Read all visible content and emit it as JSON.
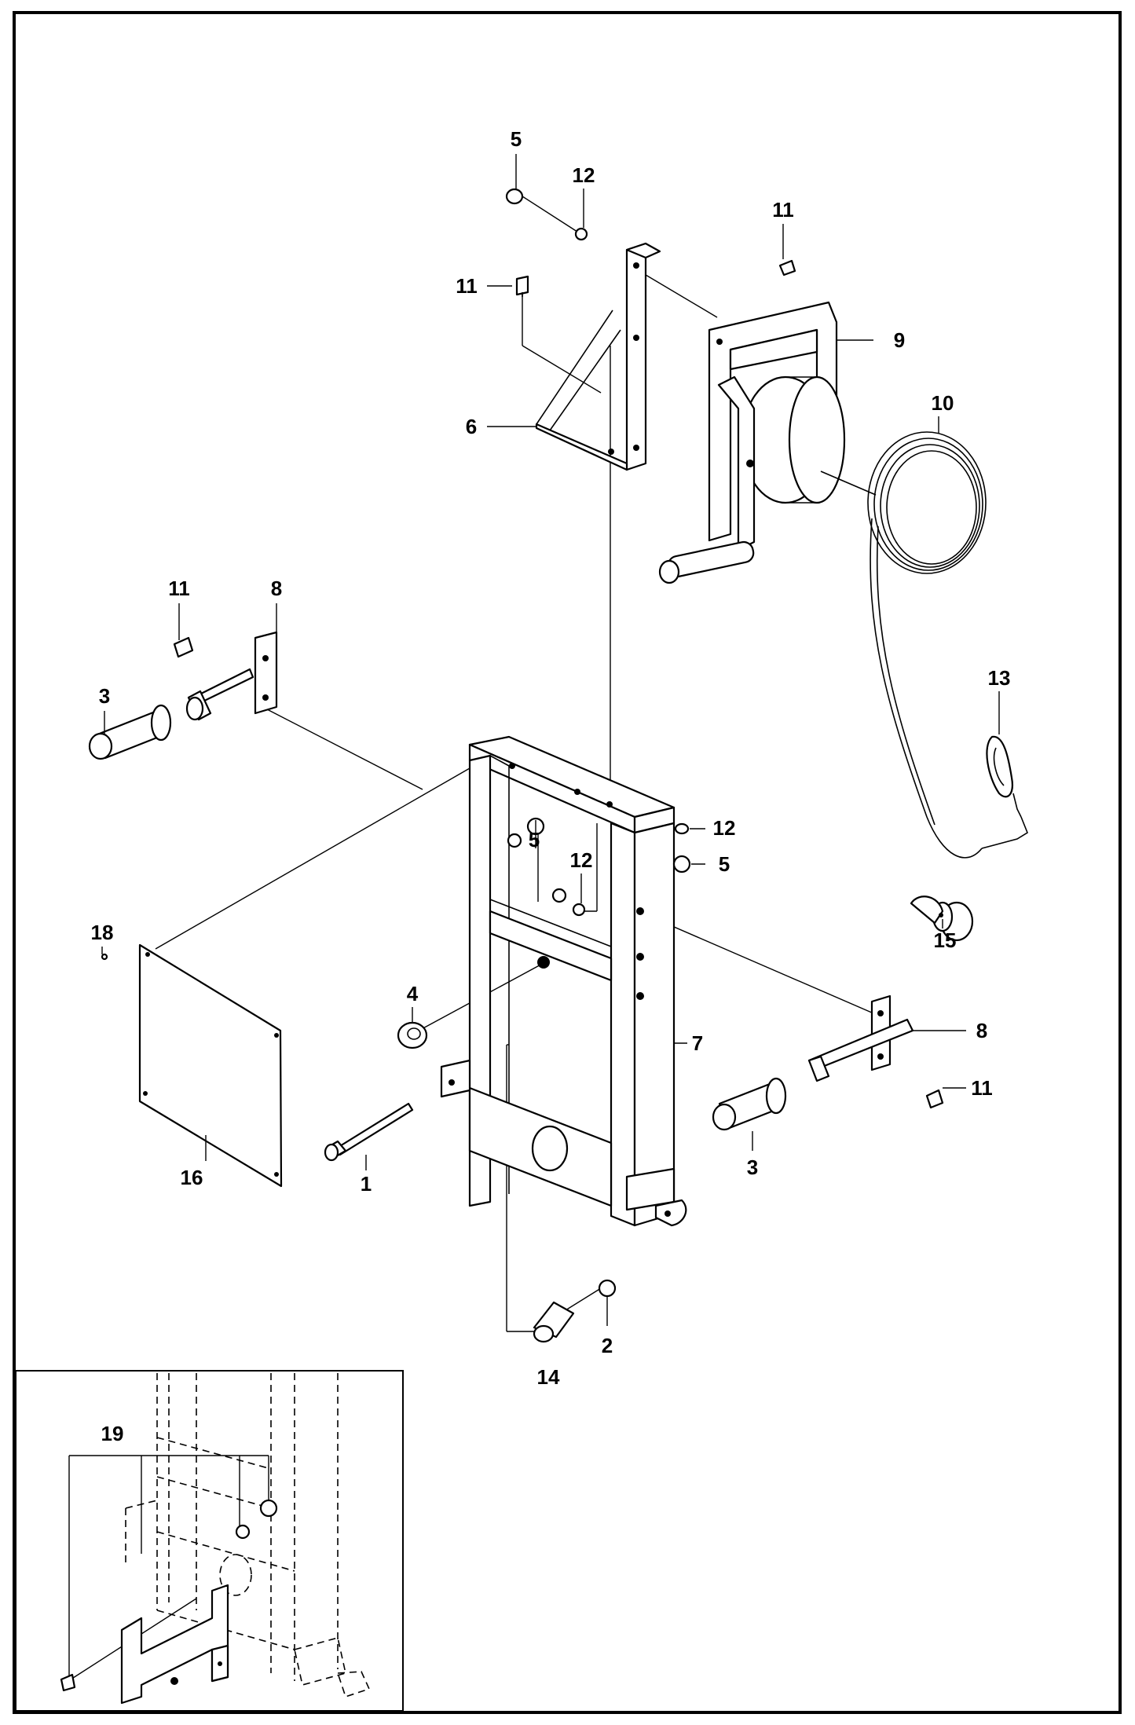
{
  "callouts": {
    "c1": "1",
    "c2": "2",
    "c3a": "3",
    "c3b": "3",
    "c4": "4",
    "c5a": "5",
    "c5b": "5",
    "c5c": "5",
    "c6": "6",
    "c7": "7",
    "c8a": "8",
    "c8b": "8",
    "c9": "9",
    "c10": "10",
    "c11a": "11",
    "c11b": "11",
    "c11c": "11",
    "c11d": "11",
    "c12a": "12",
    "c12b": "12",
    "c12c": "12",
    "c13": "13",
    "c14": "14",
    "c15": "15",
    "c16": "16",
    "c18": "18",
    "c19": "19"
  }
}
